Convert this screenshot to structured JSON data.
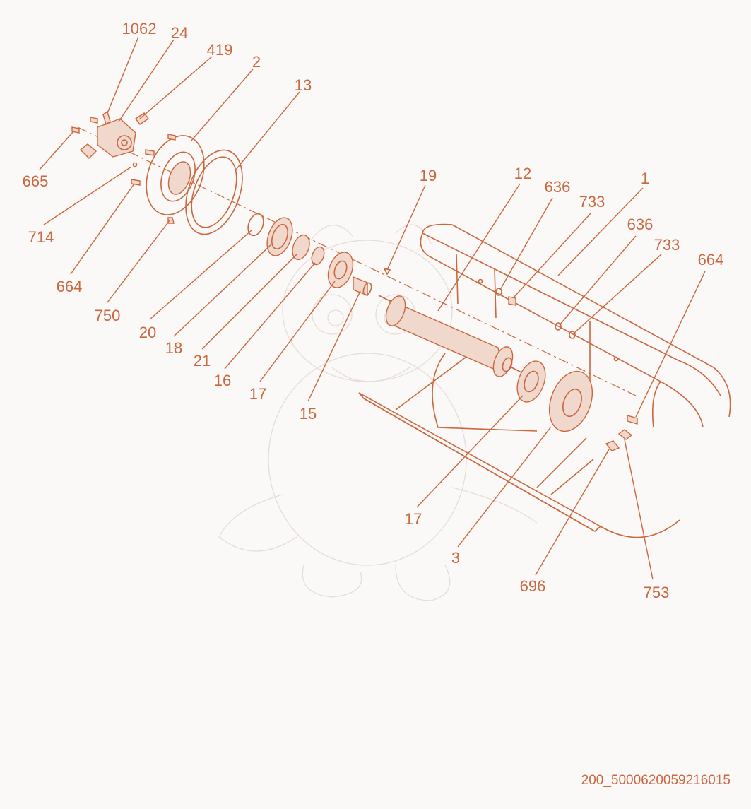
{
  "drawing_id": "200_5000620059216015",
  "colors": {
    "ink": "#c9673f",
    "background": "#fbf9f8",
    "watermark": "#e7dcd7"
  },
  "callouts": [
    {
      "text": "1062"
    },
    {
      "text": "24"
    },
    {
      "text": "419"
    },
    {
      "text": "2"
    },
    {
      "text": "13"
    },
    {
      "text": "665"
    },
    {
      "text": "714"
    },
    {
      "text": "664"
    },
    {
      "text": "750"
    },
    {
      "text": "20"
    },
    {
      "text": "18"
    },
    {
      "text": "21"
    },
    {
      "text": "16"
    },
    {
      "text": "17"
    },
    {
      "text": "15"
    },
    {
      "text": "19"
    },
    {
      "text": "12"
    },
    {
      "text": "636"
    },
    {
      "text": "733"
    },
    {
      "text": "1"
    },
    {
      "text": "636"
    },
    {
      "text": "733"
    },
    {
      "text": "664"
    },
    {
      "text": "17"
    },
    {
      "text": "3"
    },
    {
      "text": "696"
    },
    {
      "text": "753"
    }
  ]
}
